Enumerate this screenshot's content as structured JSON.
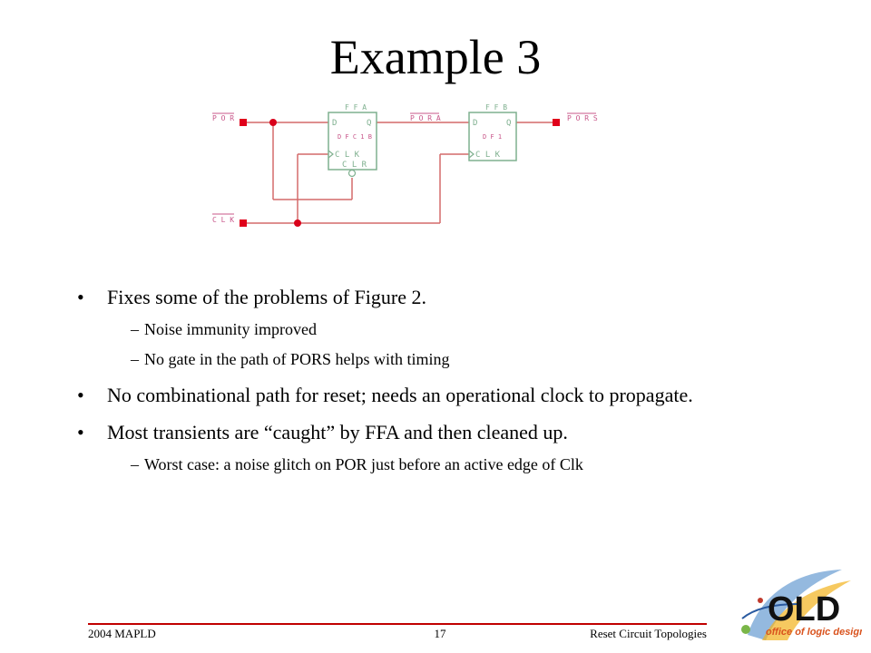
{
  "slide": {
    "title": "Example 3"
  },
  "schematic": {
    "signals": {
      "por": "P O R",
      "clk": "C L K",
      "pora": "P O R A",
      "pors": "P O R S"
    },
    "ffa": {
      "name": "F F A",
      "cell": "D F C 1 B",
      "d": "D",
      "q": "Q",
      "clk": "C L K",
      "clr": "C L R"
    },
    "ffb": {
      "name": "F F B",
      "cell": "D F 1",
      "d": "D",
      "q": "Q",
      "clk": "C L K"
    }
  },
  "bullets": [
    {
      "text": "Fixes some of the problems of Figure 2.",
      "sub": [
        "Noise immunity improved",
        "No gate in the path of PORS helps with timing"
      ]
    },
    {
      "text": "No combinational path for reset; needs an operational clock to propagate.",
      "sub": []
    },
    {
      "text": "Most transients are “caught” by FFA and then cleaned up.",
      "sub": [
        "Worst case: a noise glitch on POR just before an active edge of Clk"
      ]
    }
  ],
  "markers": {
    "bullet": "•",
    "dash": "–"
  },
  "footer": {
    "left": "2004 MAPLD",
    "page": "17",
    "right": "Reset Circuit Topologies"
  },
  "logo": {
    "text": "OLD",
    "tagline": "office of logic design"
  },
  "colors": {
    "wire": "#d46a6a",
    "gate": "#7fb08f",
    "label": "#c8578a",
    "pin": "#e0001a",
    "footer_rule": "#c00000"
  }
}
